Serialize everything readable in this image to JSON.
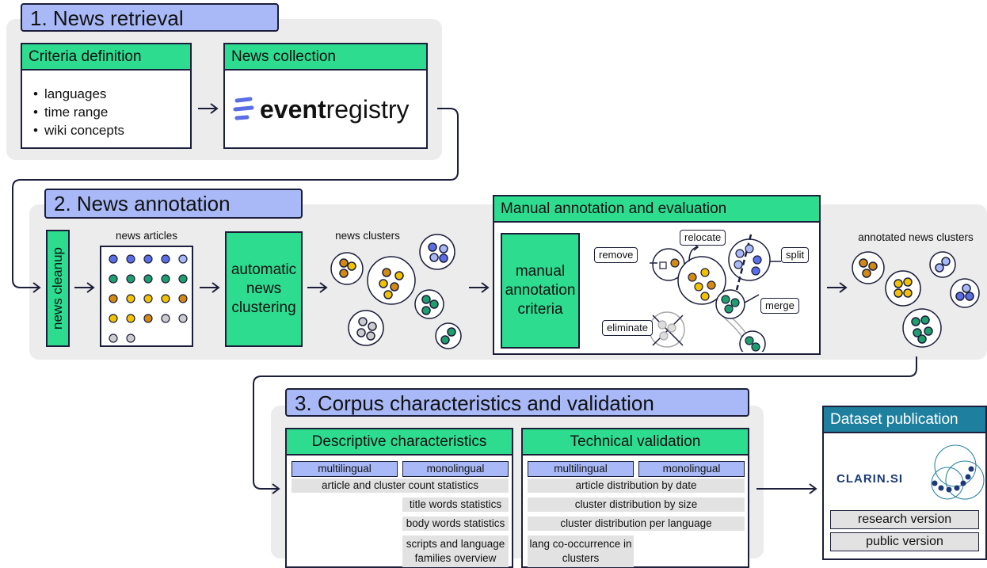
{
  "section1": {
    "title": "1. News retrieval",
    "criteria": {
      "title": "Criteria definition",
      "items": [
        "languages",
        "time range",
        "wiki concepts"
      ]
    },
    "collection": {
      "title": "News collection",
      "logo_bold": "event",
      "logo_light": "registry"
    }
  },
  "section2": {
    "title": "2. News annotation",
    "cleanup": "news cleanup",
    "articles_label": "news articles",
    "clustering": "automatic news clustering",
    "clusters_label": "news clusters",
    "manual": {
      "title": "Manual annotation and evaluation",
      "criteria": "manual annotation criteria",
      "ops": {
        "remove": "remove",
        "relocate": "relocate",
        "split": "split",
        "merge": "merge",
        "eliminate": "eliminate"
      }
    },
    "annotated_label": "annotated news clusters"
  },
  "section3": {
    "title": "3. Corpus characteristics and validation",
    "descriptive": {
      "title": "Descriptive characteristics",
      "multilingual": "multilingual",
      "monolingual": "monolingual",
      "rows": {
        "article_cluster": "article and cluster count statistics",
        "title_words": "title words statistics",
        "body_words": "body words statistics",
        "scripts": "scripts and language families overview"
      }
    },
    "technical": {
      "title": "Technical validation",
      "multilingual": "multilingual",
      "monolingual": "monolingual",
      "rows": {
        "by_date": "article distribution by date",
        "by_size": "cluster distribution by size",
        "per_language": "cluster distribution per language",
        "co_occurrence": "lang co-occurrence in clusters"
      }
    }
  },
  "publication": {
    "title": "Dataset publication",
    "logo": "CLARIN.SI",
    "research": "research version",
    "public": "public version"
  },
  "colors": {
    "green": "#2ddc8f",
    "blue": "#a9b9f7",
    "dark": "#1b1f3a",
    "panel": "#ececec",
    "dot_blue": "#5b6ee6",
    "dot_green": "#1f9e6e",
    "dot_orange": "#d38a12",
    "dot_yellow": "#f2c200",
    "dot_gray": "#cccccc"
  }
}
